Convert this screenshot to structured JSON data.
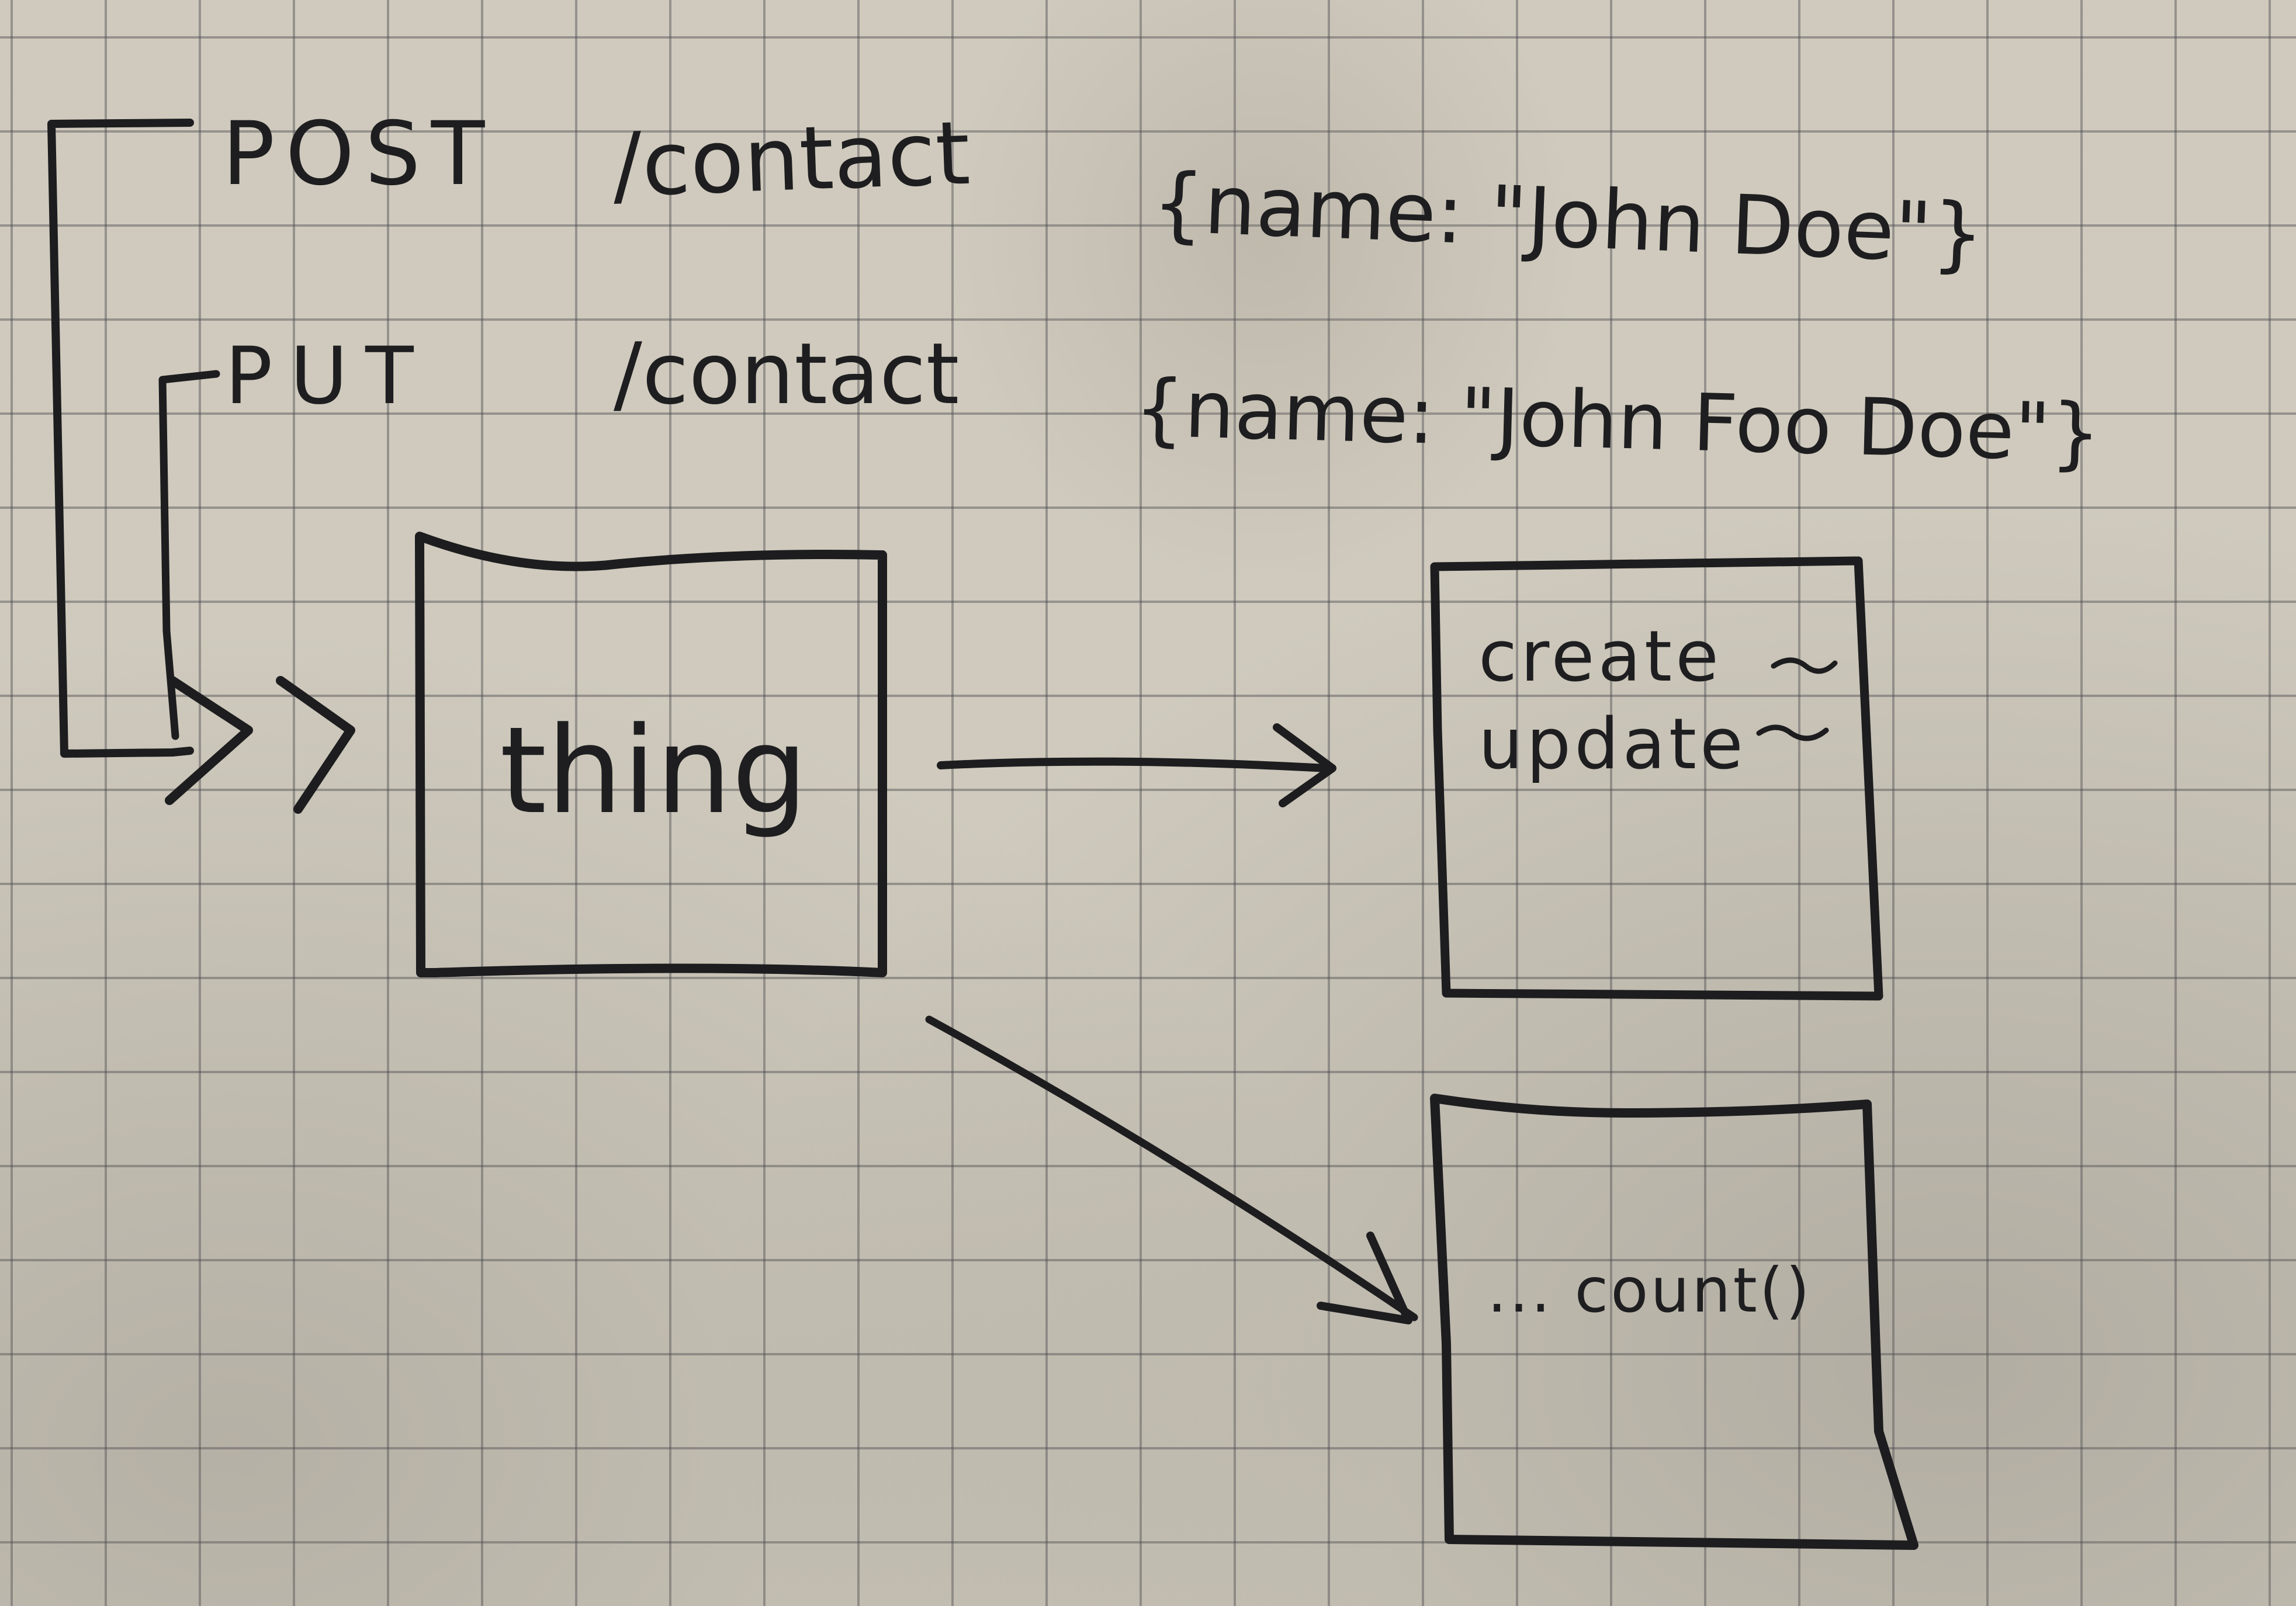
{
  "requests": [
    {
      "method": "POST",
      "path": "/contact",
      "body": "{name: \"John Doe\"}"
    },
    {
      "method": "PUT",
      "path": "/contact",
      "body": "{name: \"John Foo Doe\"}"
    }
  ],
  "boxes": {
    "source": {
      "label": "thing"
    },
    "handlers": {
      "lines": [
        "create",
        "update"
      ]
    },
    "counter": {
      "label": "... count()"
    }
  }
}
